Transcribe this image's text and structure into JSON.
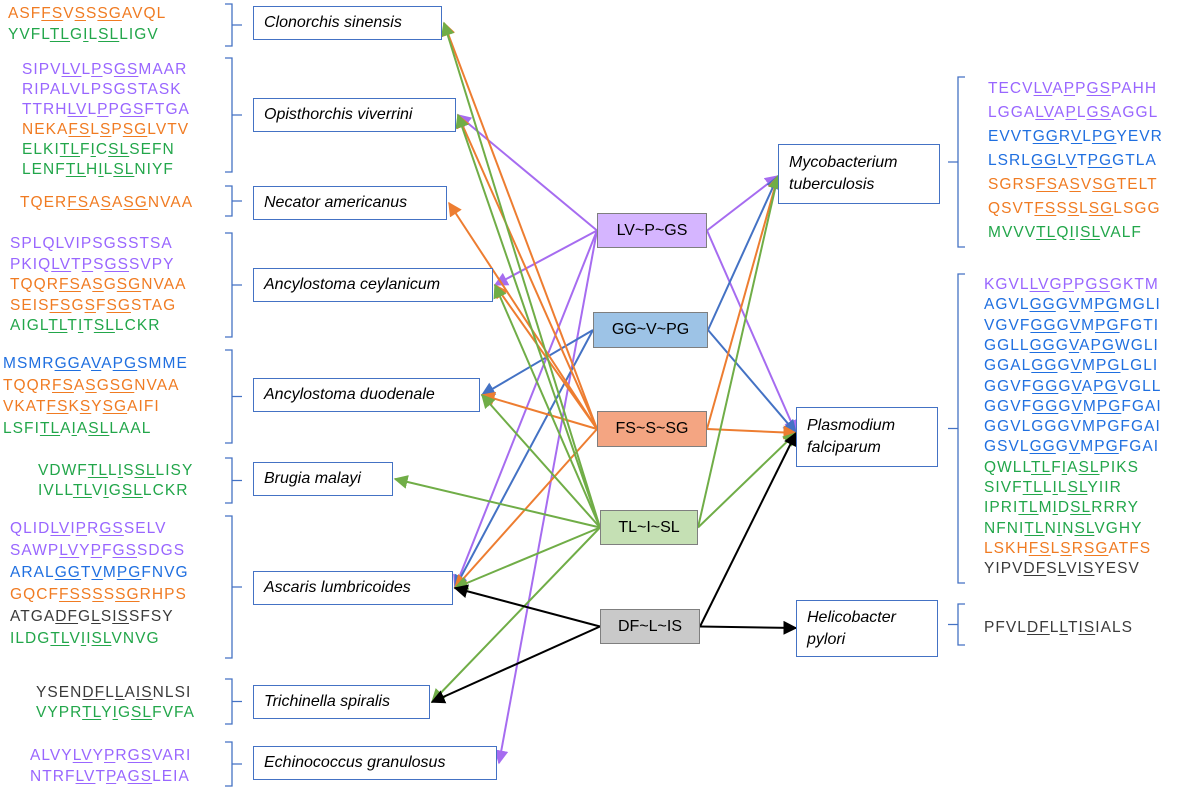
{
  "colors": {
    "purple": "#9966ff",
    "blue": "#1f6fe0",
    "orange": "#f07b22",
    "green": "#22a64a",
    "black": "#3a3a3a",
    "box_border": "#4472c4",
    "edge_green": "#70ad47",
    "edge_purple": "#a66cf0",
    "edge_blue": "#4472c4",
    "edge_orange": "#ed7d31",
    "edge_black": "#000000"
  },
  "motifs": [
    {
      "id": "lvpgs",
      "label": "LV~P~GS",
      "fill": "#d5b5ff",
      "color": "purple"
    },
    {
      "id": "ggvpg",
      "label": "GG~V~PG",
      "fill": "#9dc3e6",
      "color": "blue"
    },
    {
      "id": "fsssg",
      "label": "FS~S~SG",
      "fill": "#f4a582",
      "color": "orange"
    },
    {
      "id": "tlisl",
      "label": "TL~I~SL",
      "fill": "#c5e0b4",
      "color": "green"
    },
    {
      "id": "dflis",
      "label": "DF~L~IS",
      "fill": "#c9c9c9",
      "color": "black"
    }
  ],
  "organisms": [
    {
      "id": "clon",
      "lines": [
        "Clonorchis sinensis"
      ]
    },
    {
      "id": "opis",
      "lines": [
        "Opisthorchis viverrini"
      ]
    },
    {
      "id": "neca",
      "lines": [
        "Necator americanus"
      ]
    },
    {
      "id": "acey",
      "lines": [
        "Ancylostoma ceylanicum"
      ]
    },
    {
      "id": "aduo",
      "lines": [
        "Ancylostoma duodenale"
      ]
    },
    {
      "id": "brug",
      "lines": [
        "Brugia malayi"
      ]
    },
    {
      "id": "asca",
      "lines": [
        "Ascaris lumbricoides"
      ]
    },
    {
      "id": "tric",
      "lines": [
        "Trichinella spiralis"
      ]
    },
    {
      "id": "echi",
      "lines": [
        "Echinococcus granulosus"
      ]
    },
    {
      "id": "myco",
      "lines": [
        "Mycobacterium",
        "tuberculosis"
      ]
    },
    {
      "id": "plas",
      "lines": [
        "Plasmodium",
        "falciparum"
      ]
    },
    {
      "id": "heli",
      "lines": [
        "Helicobacter",
        "pylori"
      ]
    }
  ],
  "sequences": {
    "clon": [
      {
        "text": "ASFFSVSSSGAVQL",
        "color": "orange",
        "u": [
          [
            3,
            5
          ],
          [
            6,
            7
          ],
          [
            8,
            10
          ]
        ]
      },
      {
        "text": "YVFLTLGILSLLIGV",
        "color": "green",
        "u": [
          [
            4,
            6
          ],
          [
            7,
            8
          ],
          [
            9,
            11
          ]
        ]
      }
    ],
    "opis": [
      {
        "text": "SIPVLVLPSGSMAAR",
        "color": "purple",
        "u": [
          [
            4,
            6
          ],
          [
            7,
            8
          ],
          [
            9,
            11
          ]
        ]
      },
      {
        "text": "RIPALVLPSGSTASK",
        "color": "purple",
        "u": []
      },
      {
        "text": "TTRHLVLPPGSFTGA",
        "color": "purple",
        "u": [
          [
            4,
            6
          ],
          [
            7,
            8
          ],
          [
            9,
            11
          ]
        ]
      },
      {
        "text": "NEKAFSLSPSGLVTV",
        "color": "orange",
        "u": [
          [
            4,
            6
          ],
          [
            7,
            8
          ],
          [
            9,
            11
          ]
        ]
      },
      {
        "text": "ELKITLFICSLSEFN",
        "color": "green",
        "u": [
          [
            4,
            6
          ],
          [
            7,
            8
          ],
          [
            9,
            11
          ]
        ]
      },
      {
        "text": "LENFTLHILSLNIYF",
        "color": "green",
        "u": [
          [
            4,
            6
          ],
          [
            7,
            8
          ],
          [
            9,
            11
          ]
        ]
      }
    ],
    "neca": [
      {
        "text": "TQERFSASASGNVAA",
        "color": "orange",
        "u": [
          [
            4,
            6
          ],
          [
            7,
            8
          ],
          [
            9,
            11
          ]
        ]
      }
    ],
    "acey": [
      {
        "text": "SPLQLVIPSGSSTSA",
        "color": "purple",
        "u": []
      },
      {
        "text": "PKIQLVTPSGSSVPY",
        "color": "purple",
        "u": [
          [
            4,
            6
          ],
          [
            7,
            8
          ],
          [
            9,
            11
          ]
        ]
      },
      {
        "text": "TQQRFSASGSGNVAA",
        "color": "orange",
        "u": [
          [
            4,
            6
          ],
          [
            7,
            8
          ],
          [
            9,
            11
          ]
        ]
      },
      {
        "text": "SEISFSGSFSGSTAG",
        "color": "orange",
        "u": [
          [
            4,
            6
          ],
          [
            7,
            8
          ],
          [
            9,
            11
          ]
        ]
      },
      {
        "text": "AIGLTLTITSLLCKR",
        "color": "green",
        "u": [
          [
            4,
            6
          ],
          [
            7,
            8
          ],
          [
            9,
            11
          ]
        ]
      }
    ],
    "aduo": [
      {
        "text": "MSMRGGAVAPGSMME",
        "color": "blue",
        "u": [
          [
            4,
            6
          ],
          [
            7,
            8
          ],
          [
            9,
            11
          ]
        ]
      },
      {
        "text": "TQQRFSASGSGNVAA",
        "color": "orange",
        "u": [
          [
            4,
            6
          ],
          [
            7,
            8
          ],
          [
            9,
            11
          ]
        ]
      },
      {
        "text": "VKATFSKSYSGAIFI",
        "color": "orange",
        "u": [
          [
            4,
            6
          ],
          [
            7,
            8
          ],
          [
            9,
            11
          ]
        ]
      },
      {
        "text": "LSFITLAIASLLAAL",
        "color": "green",
        "u": [
          [
            4,
            6
          ],
          [
            7,
            8
          ],
          [
            9,
            11
          ]
        ]
      }
    ],
    "brug": [
      {
        "text": "VDWFTLLISSLLISY",
        "color": "green",
        "u": [
          [
            4,
            6
          ],
          [
            7,
            8
          ],
          [
            9,
            11
          ]
        ]
      },
      {
        "text": "IVLLTLVIGSLLCKR",
        "color": "green",
        "u": [
          [
            4,
            6
          ],
          [
            7,
            8
          ],
          [
            9,
            11
          ]
        ]
      }
    ],
    "asca": [
      {
        "text": "QLIDLVIPRGSSELV",
        "color": "purple",
        "u": [
          [
            4,
            6
          ],
          [
            7,
            8
          ],
          [
            9,
            11
          ]
        ]
      },
      {
        "text": "SAWPLVYPFGSSDGS",
        "color": "purple",
        "u": [
          [
            4,
            6
          ],
          [
            7,
            8
          ],
          [
            9,
            11
          ]
        ]
      },
      {
        "text": "ARALGGTVMPGFNVG",
        "color": "blue",
        "u": [
          [
            4,
            6
          ],
          [
            7,
            8
          ],
          [
            9,
            11
          ]
        ]
      },
      {
        "text": "GQCFFSSSSSGRHPS",
        "color": "orange",
        "u": [
          [
            4,
            6
          ],
          [
            7,
            8
          ],
          [
            9,
            11
          ]
        ]
      },
      {
        "text": "ATGADFGLSISSFSY",
        "color": "black",
        "u": [
          [
            4,
            6
          ],
          [
            7,
            8
          ],
          [
            9,
            11
          ]
        ]
      },
      {
        "text": "ILDGTLVIISLVNVG",
        "color": "green",
        "u": [
          [
            4,
            6
          ],
          [
            7,
            8
          ],
          [
            9,
            11
          ]
        ]
      }
    ],
    "tric": [
      {
        "text": "YSENDFLLAISNLSI",
        "color": "black",
        "u": [
          [
            4,
            6
          ],
          [
            7,
            8
          ],
          [
            9,
            11
          ]
        ]
      },
      {
        "text": "VYPRTLYIGSLFVFA",
        "color": "green",
        "u": [
          [
            4,
            6
          ],
          [
            7,
            8
          ],
          [
            9,
            11
          ]
        ]
      }
    ],
    "echi": [
      {
        "text": "ALVYLVYPRGSVARI",
        "color": "purple",
        "u": [
          [
            4,
            6
          ],
          [
            7,
            8
          ],
          [
            9,
            11
          ]
        ]
      },
      {
        "text": "NTRFLVTPAGSLEIA",
        "color": "purple",
        "u": [
          [
            4,
            6
          ],
          [
            7,
            8
          ],
          [
            9,
            11
          ]
        ]
      }
    ],
    "myco": [
      {
        "text": "TECVLVAPPGSPAHH",
        "color": "purple",
        "u": [
          [
            4,
            6
          ],
          [
            7,
            8
          ],
          [
            9,
            11
          ]
        ]
      },
      {
        "text": "LGGALVAPLGSAGGL",
        "color": "purple",
        "u": [
          [
            4,
            6
          ],
          [
            7,
            8
          ],
          [
            9,
            11
          ]
        ]
      },
      {
        "text": "EVVTGGRVLPGYEVR",
        "color": "blue",
        "u": [
          [
            4,
            6
          ],
          [
            7,
            8
          ],
          [
            9,
            11
          ]
        ]
      },
      {
        "text": "LSRLGGLVTPGGTLA",
        "color": "blue",
        "u": [
          [
            4,
            6
          ],
          [
            7,
            8
          ],
          [
            9,
            11
          ]
        ]
      },
      {
        "text": "SGRSFSASVSGTELT",
        "color": "orange",
        "u": [
          [
            4,
            6
          ],
          [
            7,
            8
          ],
          [
            9,
            11
          ]
        ]
      },
      {
        "text": "QSVTFSSSLSGLSGG",
        "color": "orange",
        "u": [
          [
            4,
            6
          ],
          [
            7,
            8
          ],
          [
            9,
            11
          ]
        ]
      },
      {
        "text": "MVVVTLQIISLVALF",
        "color": "green",
        "u": [
          [
            4,
            6
          ],
          [
            7,
            8
          ],
          [
            9,
            11
          ]
        ]
      }
    ],
    "plas": [
      {
        "text": "KGVLLVGPPGSGKTM",
        "color": "purple",
        "u": [
          [
            4,
            6
          ],
          [
            7,
            8
          ],
          [
            9,
            11
          ]
        ]
      },
      {
        "text": "AGVLGGGVMPGMGLI",
        "color": "blue",
        "u": [
          [
            4,
            6
          ],
          [
            7,
            8
          ],
          [
            9,
            11
          ]
        ]
      },
      {
        "text": "VGVFGGGVMPGFGTI",
        "color": "blue",
        "u": [
          [
            4,
            6
          ],
          [
            7,
            8
          ],
          [
            9,
            11
          ]
        ]
      },
      {
        "text": "GGLLGGGVAPGWGLI",
        "color": "blue",
        "u": [
          [
            4,
            6
          ],
          [
            7,
            8
          ],
          [
            9,
            11
          ]
        ]
      },
      {
        "text": "GGALGGGVMPGLGLI",
        "color": "blue",
        "u": [
          [
            4,
            6
          ],
          [
            7,
            8
          ],
          [
            9,
            11
          ]
        ]
      },
      {
        "text": "GGVFGGGVAPGVGLL",
        "color": "blue",
        "u": [
          [
            4,
            6
          ],
          [
            7,
            8
          ],
          [
            9,
            11
          ]
        ]
      },
      {
        "text": "GGVFGGGVMPGFGAI",
        "color": "blue",
        "u": [
          [
            4,
            6
          ],
          [
            7,
            8
          ],
          [
            9,
            11
          ]
        ]
      },
      {
        "text": "GGVLGGGVMPGFGAI",
        "color": "blue",
        "u": []
      },
      {
        "text": "GSVLGGGVMPGFGAI",
        "color": "blue",
        "u": [
          [
            4,
            6
          ],
          [
            7,
            8
          ],
          [
            9,
            11
          ]
        ]
      },
      {
        "text": "QWLLTLFIASLPIKS",
        "color": "green",
        "u": [
          [
            4,
            6
          ],
          [
            7,
            8
          ],
          [
            9,
            11
          ]
        ]
      },
      {
        "text": "SIVFTLLILSLYIIR",
        "color": "green",
        "u": [
          [
            4,
            6
          ],
          [
            7,
            8
          ],
          [
            9,
            11
          ]
        ]
      },
      {
        "text": "IPRITLMIDSLRRRY",
        "color": "green",
        "u": [
          [
            4,
            6
          ],
          [
            7,
            8
          ],
          [
            9,
            11
          ]
        ]
      },
      {
        "text": "NFNITLNINSLVGHY",
        "color": "green",
        "u": [
          [
            4,
            6
          ],
          [
            7,
            8
          ],
          [
            9,
            11
          ]
        ]
      },
      {
        "text": "LSKHFSLSRSGATFS",
        "color": "orange",
        "u": [
          [
            4,
            6
          ],
          [
            7,
            8
          ],
          [
            9,
            11
          ]
        ]
      },
      {
        "text": "YIPVDFSLVISYESV",
        "color": "black",
        "u": [
          [
            4,
            6
          ],
          [
            7,
            8
          ],
          [
            9,
            11
          ]
        ]
      }
    ],
    "heli": [
      {
        "text": "PFVLDFLLTISIALS",
        "color": "black",
        "u": [
          [
            4,
            6
          ],
          [
            7,
            8
          ],
          [
            9,
            11
          ]
        ]
      }
    ]
  },
  "edges": [
    {
      "m": "lvpgs",
      "o": "opis"
    },
    {
      "m": "lvpgs",
      "o": "acey"
    },
    {
      "m": "lvpgs",
      "o": "asca"
    },
    {
      "m": "lvpgs",
      "o": "echi"
    },
    {
      "m": "lvpgs",
      "o": "myco"
    },
    {
      "m": "lvpgs",
      "o": "plas"
    },
    {
      "m": "ggvpg",
      "o": "aduo"
    },
    {
      "m": "ggvpg",
      "o": "asca"
    },
    {
      "m": "ggvpg",
      "o": "myco"
    },
    {
      "m": "ggvpg",
      "o": "plas"
    },
    {
      "m": "fsssg",
      "o": "clon"
    },
    {
      "m": "fsssg",
      "o": "opis"
    },
    {
      "m": "fsssg",
      "o": "neca"
    },
    {
      "m": "fsssg",
      "o": "acey"
    },
    {
      "m": "fsssg",
      "o": "aduo"
    },
    {
      "m": "fsssg",
      "o": "asca"
    },
    {
      "m": "fsssg",
      "o": "myco"
    },
    {
      "m": "fsssg",
      "o": "plas"
    },
    {
      "m": "tlisl",
      "o": "clon"
    },
    {
      "m": "tlisl",
      "o": "opis"
    },
    {
      "m": "tlisl",
      "o": "acey"
    },
    {
      "m": "tlisl",
      "o": "aduo"
    },
    {
      "m": "tlisl",
      "o": "brug"
    },
    {
      "m": "tlisl",
      "o": "asca"
    },
    {
      "m": "tlisl",
      "o": "tric"
    },
    {
      "m": "tlisl",
      "o": "myco"
    },
    {
      "m": "tlisl",
      "o": "plas"
    },
    {
      "m": "dflis",
      "o": "asca"
    },
    {
      "m": "dflis",
      "o": "tric"
    },
    {
      "m": "dflis",
      "o": "plas"
    },
    {
      "m": "dflis",
      "o": "heli"
    }
  ]
}
